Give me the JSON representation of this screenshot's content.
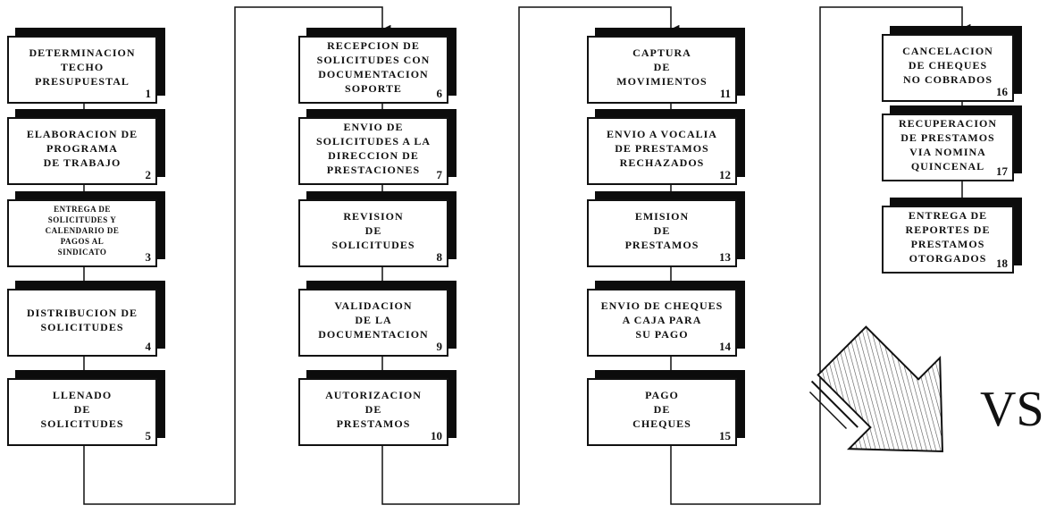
{
  "steps": [
    {
      "label": "DETERMINACION\nTECHO PRESUPUESTAL",
      "number": "1"
    },
    {
      "label": "ELABORACION DE\nPROGRAMA\nDE TRABAJO",
      "number": "2"
    },
    {
      "label": "ENTREGA DE\nSOLICITUDES Y\nCALENDARIO DE\nPAGOS AL\nSINDICATO",
      "number": "3"
    },
    {
      "label": "DISTRIBUCION DE\nSOLICITUDES",
      "number": "4"
    },
    {
      "label": "LLENADO\nDE\nSOLICITUDES",
      "number": "5"
    },
    {
      "label": "RECEPCION DE\nSOLICITUDES CON\nDOCUMENTACION\nSOPORTE",
      "number": "6"
    },
    {
      "label": "ENVIO DE\nSOLICITUDES A LA\nDIRECCION DE\nPRESTACIONES",
      "number": "7"
    },
    {
      "label": "REVISION\nDE\nSOLICITUDES",
      "number": "8"
    },
    {
      "label": "VALIDACION\nDE LA\nDOCUMENTACION",
      "number": "9"
    },
    {
      "label": "AUTORIZACION\nDE\nPRESTAMOS",
      "number": "10"
    },
    {
      "label": "CAPTURA\nDE\nMOVIMIENTOS",
      "number": "11"
    },
    {
      "label": "ENVIO A VOCALIA\nDE PRESTAMOS\nRECHAZADOS",
      "number": "12"
    },
    {
      "label": "EMISION\nDE\nPRESTAMOS",
      "number": "13"
    },
    {
      "label": "ENVIO DE CHEQUES\nA CAJA PARA\nSU PAGO",
      "number": "14"
    },
    {
      "label": "PAGO\nDE\nCHEQUES",
      "number": "15"
    },
    {
      "label": "CANCELACION\nDE CHEQUES\nNO COBRADOS",
      "number": "16"
    },
    {
      "label": "RECUPERACION\nDE PRESTAMOS\nVIA NOMINA\nQUINCENAL",
      "number": "17"
    },
    {
      "label": "ENTREGA DE\nREPORTES DE\nPRESTAMOS\nOTORGADOS",
      "number": "18"
    }
  ],
  "continuation_text": "VS"
}
